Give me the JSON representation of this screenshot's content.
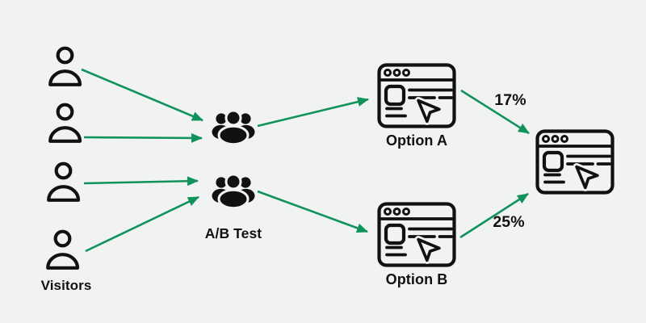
{
  "diagram": {
    "title": "A/B test funnel diagram",
    "labels": {
      "visitors": "Visitors",
      "ab_test": "A/B Test",
      "option_a": "Option A",
      "option_b": "Option B",
      "conversion_a": "17%",
      "conversion_b": "25%"
    },
    "colors": {
      "background": "#f1f2f2",
      "accent_green": "#10935b",
      "ink_black": "#111111"
    },
    "icons": {
      "visitor": "person-outline-icon",
      "test_group": "people-group-icon",
      "variant": "browser-window-cursor-icon",
      "winner": "browser-window-cursor-icon",
      "connector": "green-arrow"
    },
    "flow": {
      "visitor_count": 4,
      "group_count": 2,
      "variants": [
        {
          "name": "Option A",
          "conversion": "17%"
        },
        {
          "name": "Option B",
          "conversion": "25%"
        }
      ]
    }
  }
}
